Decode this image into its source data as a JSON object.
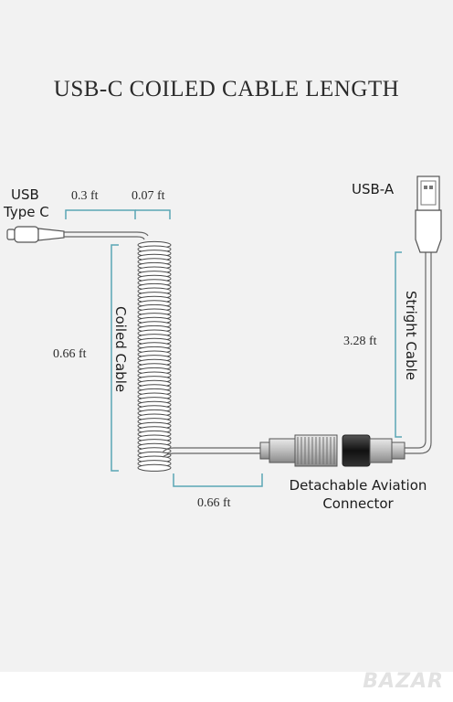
{
  "title": "USB-C COILED CABLE LENGTH",
  "labels": {
    "usb_c_line1": "USB",
    "usb_c_line2": "Type C",
    "usb_a": "USB-A",
    "coiled_cable": "Coiled Cable",
    "straight_cable": "Stright Cable",
    "aviation_line1": "Detachable Aviation",
    "aviation_line2": "Connector"
  },
  "dimensions": {
    "top_left": "0.3 ft",
    "top_right": "0.07 ft",
    "coil": "0.66 ft",
    "bottom": "0.66 ft",
    "straight": "3.28 ft"
  },
  "colors": {
    "dimension_lines": "#5aa6b5",
    "cable": "#555555",
    "connector_dark": "#222222"
  },
  "watermark": "BAZAR"
}
